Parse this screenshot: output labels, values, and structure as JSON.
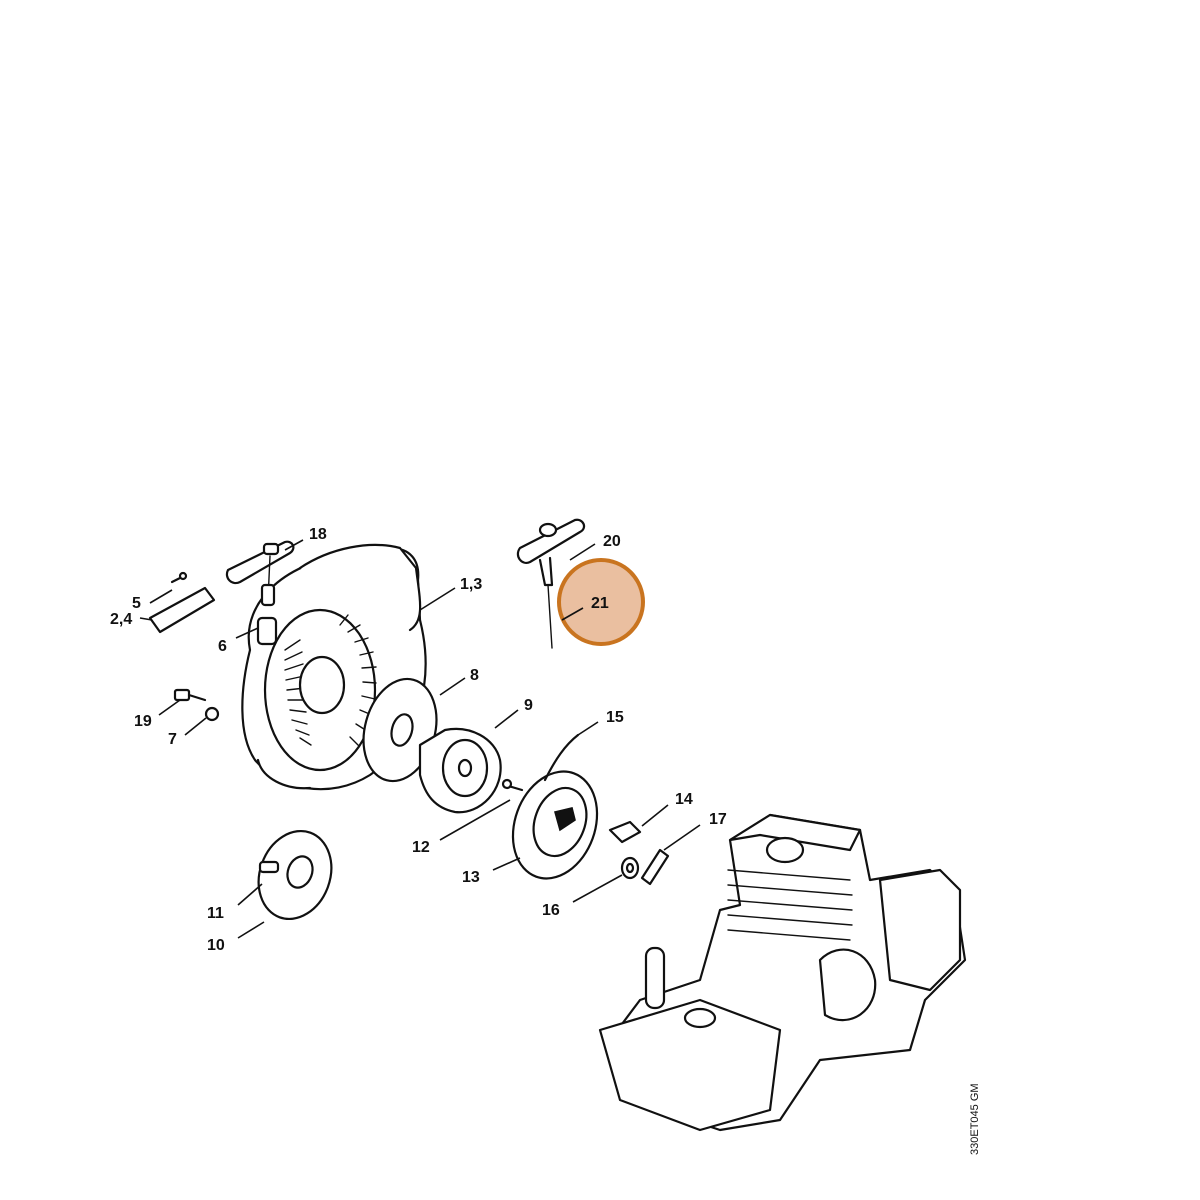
{
  "diagram": {
    "drawing_code": "330ET045 GM",
    "highlighted_callout": "21",
    "highlight_color": "#e6b48f",
    "highlight_stroke": "#c9741f",
    "callouts": {
      "c1_3": "1,3",
      "c2_4": "2,4",
      "c5": "5",
      "c6": "6",
      "c7": "7",
      "c8": "8",
      "c9": "9",
      "c10": "10",
      "c11": "11",
      "c12": "12",
      "c13": "13",
      "c14": "14",
      "c15": "15",
      "c16": "16",
      "c17": "17",
      "c18": "18",
      "c19": "19",
      "c20": "20",
      "c21": "21"
    }
  }
}
